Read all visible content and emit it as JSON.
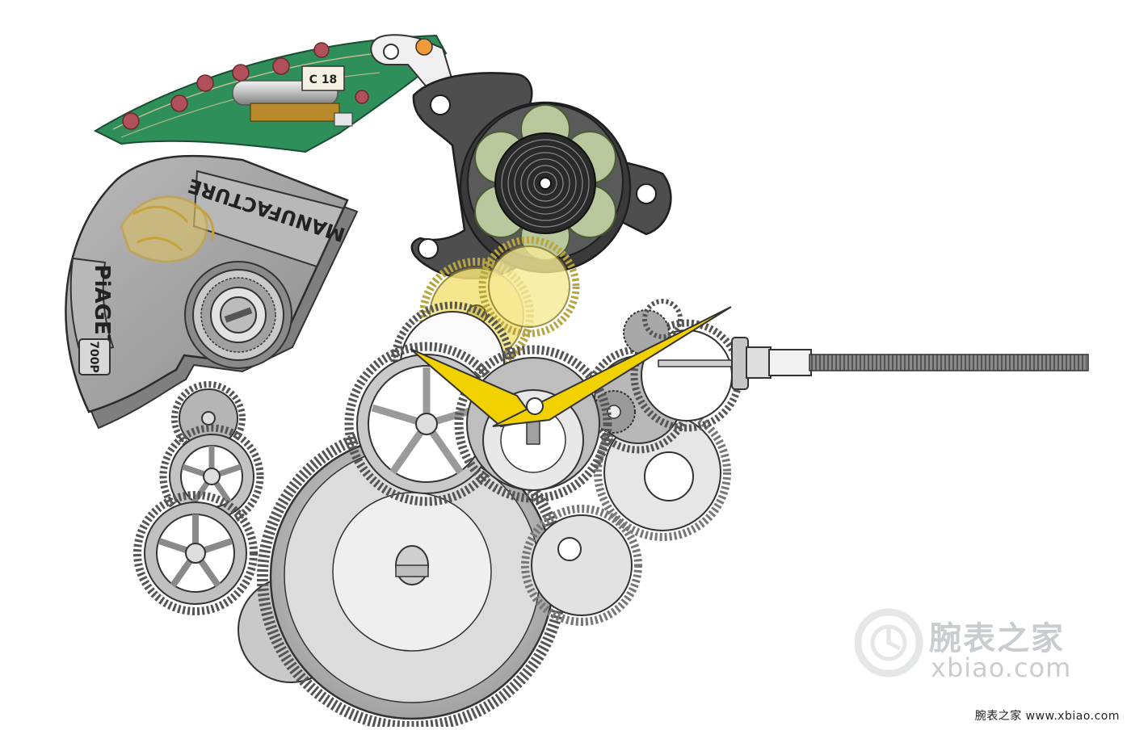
{
  "rotor": {
    "brand_text": "PiAGET",
    "manufacture_text": "MANUFACTURE",
    "calibre_badge": "700P"
  },
  "circuit_board": {
    "component_label": "C 18"
  },
  "watermark": {
    "cn_text": "腕表之家",
    "en_text": "xbiao.com",
    "footer_text": "腕表之家 www.xbiao.com"
  },
  "colors": {
    "hands": "#f2d100",
    "pcb": "#2e8b57",
    "metal": "#a9a9a9",
    "dark_plate": "#4d4d4d",
    "brass": "#e5d45a",
    "coil": "#b7c79a"
  }
}
